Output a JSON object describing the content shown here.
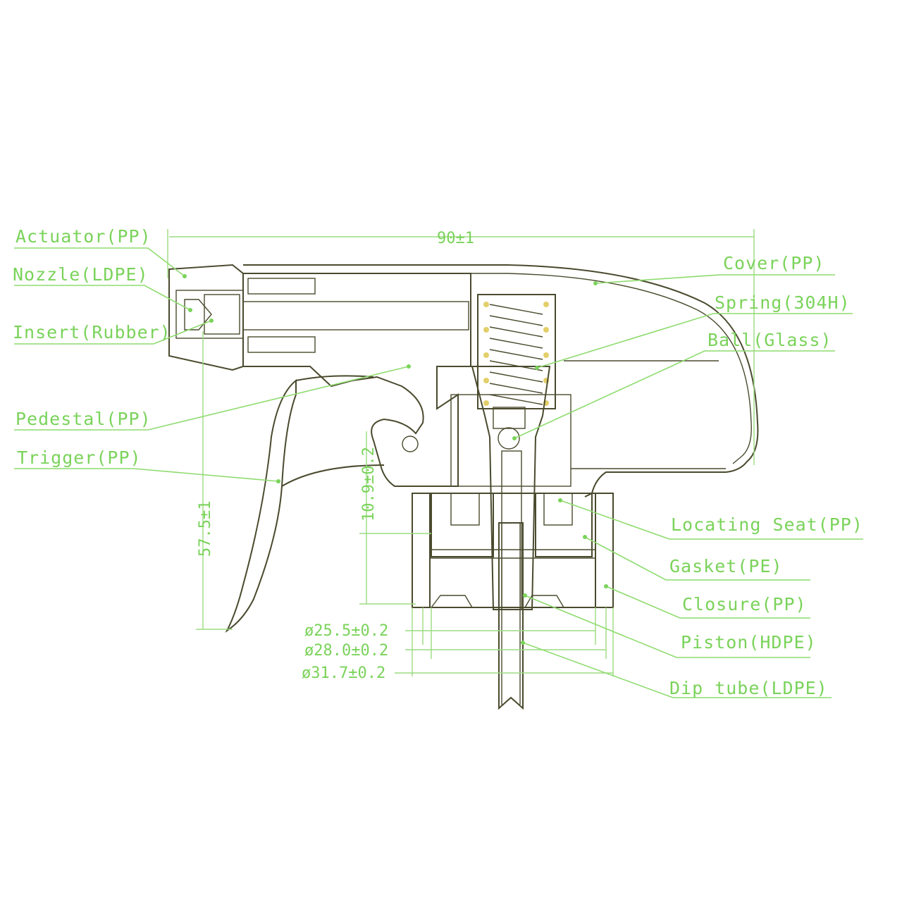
{
  "labels": {
    "actuator": "Actuator(PP)",
    "nozzle": "Nozzle(LDPE)",
    "insert": "Insert(Rubber)",
    "pedestal": "Pedestal(PP)",
    "trigger": "Trigger(PP)",
    "cover": "Cover(PP)",
    "spring": "Spring(304H)",
    "ball": "Ball(Glass)",
    "locating_seat": "Locating Seat(PP)",
    "gasket": "Gasket(PE)",
    "closure": "Closure(PP)",
    "piston": "Piston(HDPE)",
    "dip_tube": "Dip tube(LDPE)"
  },
  "dimensions": {
    "overall_width": "90±1",
    "overall_height": "57.5±1",
    "neck_height": "10.9±0.2",
    "dia_inner": "ø25.5±0.2",
    "dia_mid": "ø28.0±0.2",
    "dia_outer": "ø31.7±0.2"
  },
  "colors": {
    "label": "#7ad35a",
    "hatch_green": "#9fe07c",
    "hatch_pink": "#e06b6b",
    "hatch_yellow": "#e3cf6a",
    "hatch_purple": "#6b6bd0",
    "outline": "#4a4a2e"
  }
}
